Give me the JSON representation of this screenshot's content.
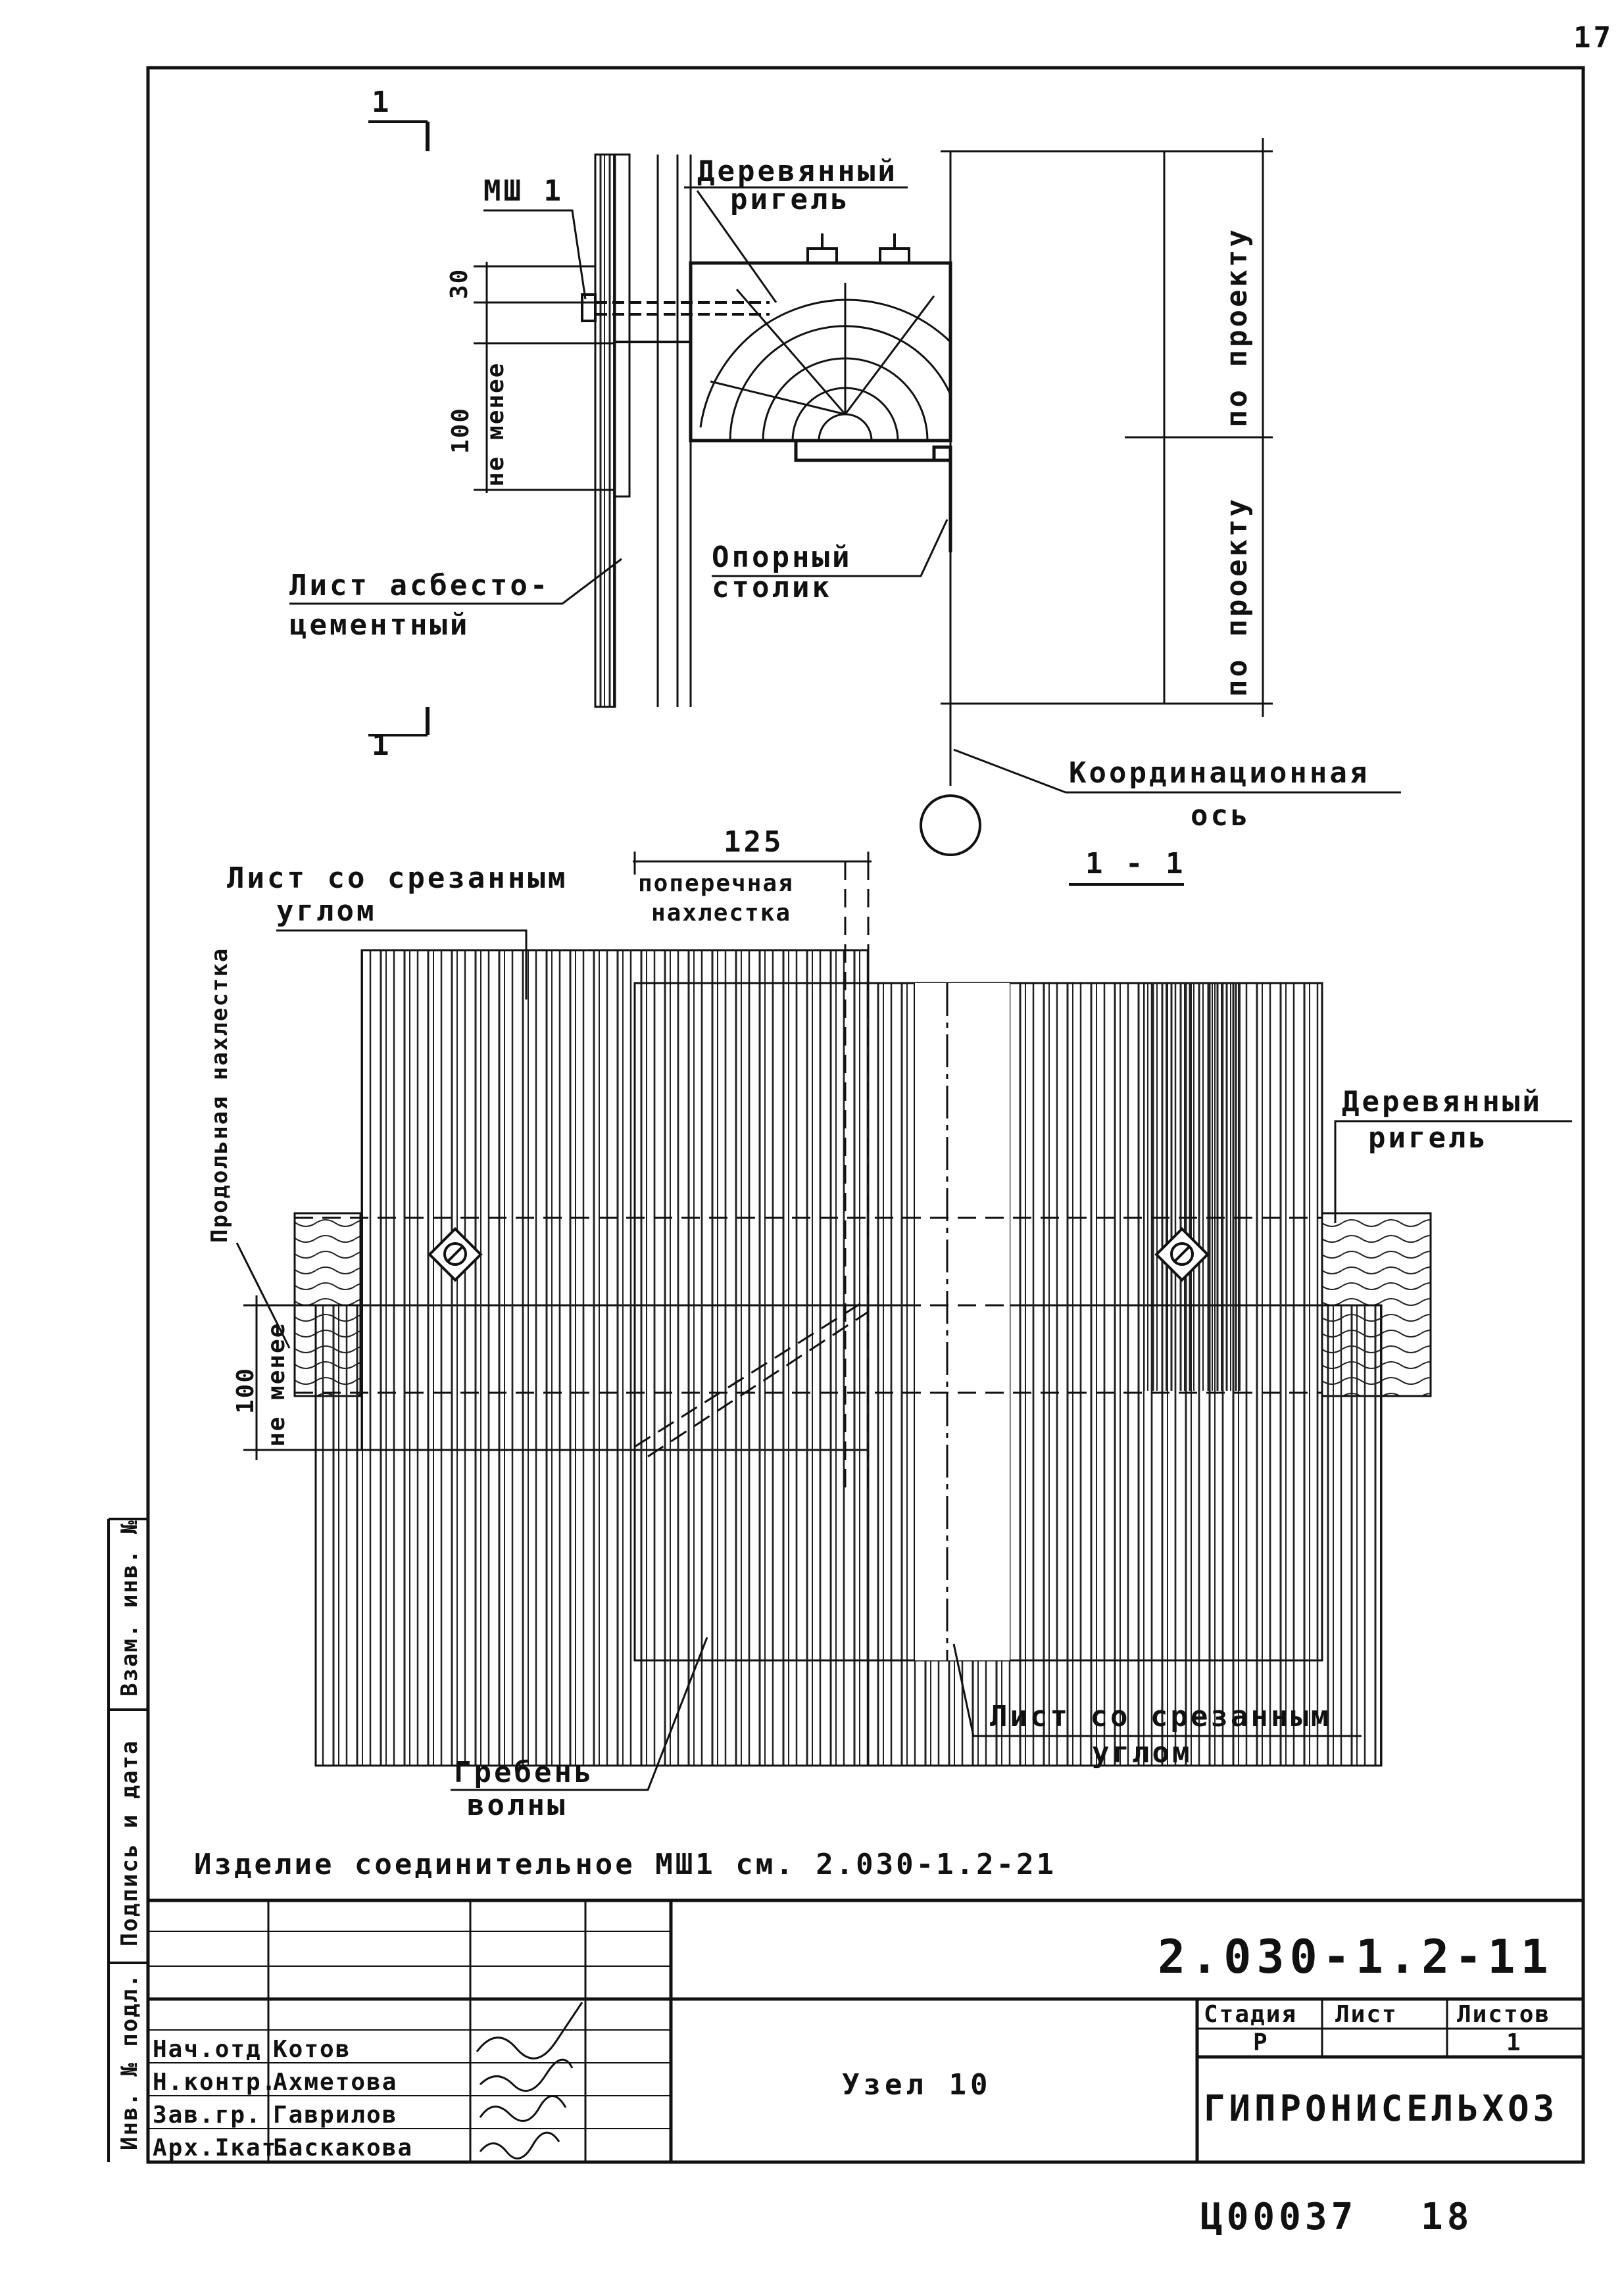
{
  "page_number": "17",
  "section_label": "1",
  "section_title": "1 - 1",
  "labels": {
    "msh1": "МШ 1",
    "wood_girder_1": "Деревянный",
    "wood_girder_2": "ригель",
    "sheet_asbestos_1": "Лист асбесто-",
    "sheet_asbestos_2": "цементный",
    "support_table_1": "Опорный",
    "support_table_2": "столик",
    "by_project_top": "по проекту",
    "by_project_bottom": "по проекту",
    "coord_axis_1": "Координационная",
    "coord_axis_2": "ось",
    "sheet_cut_corner_1": "Лист со срезанным",
    "sheet_cut_corner_2": "углом",
    "transverse_overlap_1": "поперечная",
    "transverse_overlap_2": "нахлестка",
    "longitudinal_overlap": "Продольная нахлестка",
    "wood_girder_plan_1": "Деревянный",
    "wood_girder_plan_2": "ригель",
    "sheet_cut_corner_b1": "Лист со срезанным",
    "sheet_cut_corner_b2": "углом",
    "wave_crest_1": "Гребень",
    "wave_crest_2": "волны"
  },
  "dimensions": {
    "d30": "30",
    "d100_top": "100",
    "not_less_top": "не менее",
    "d125": "125",
    "d100_plan": "100",
    "not_less_plan": "не менее"
  },
  "note": "Изделие соединительное МШ1 см. 2.030-1.2-21",
  "side_stamp": {
    "interchange": "Взам. инв. №",
    "sign_date": "Подпись и дата",
    "inv_orig": "Инв. № подл."
  },
  "title_block": {
    "doc_code": "2.030-1.2-11",
    "sheet_title": "Узел 10",
    "organization": "ГИПРОНИСЕЛЬХОЗ",
    "stage_header": "Стадия",
    "sheet_header": "Лист",
    "sheets_header": "Листов",
    "stage_value": "Р",
    "sheets_value": "1",
    "people": [
      {
        "role": "Нач.отд",
        "name": "Котов"
      },
      {
        "role": "Н.контр.",
        "name": "Ахметова"
      },
      {
        "role": "Зав.гр.",
        "name": "Гаврилов"
      },
      {
        "role": "Арх.Iкат.",
        "name": "Баскакова"
      }
    ]
  },
  "footer": {
    "archive_code": "Ц00037",
    "archive_page": "18"
  }
}
